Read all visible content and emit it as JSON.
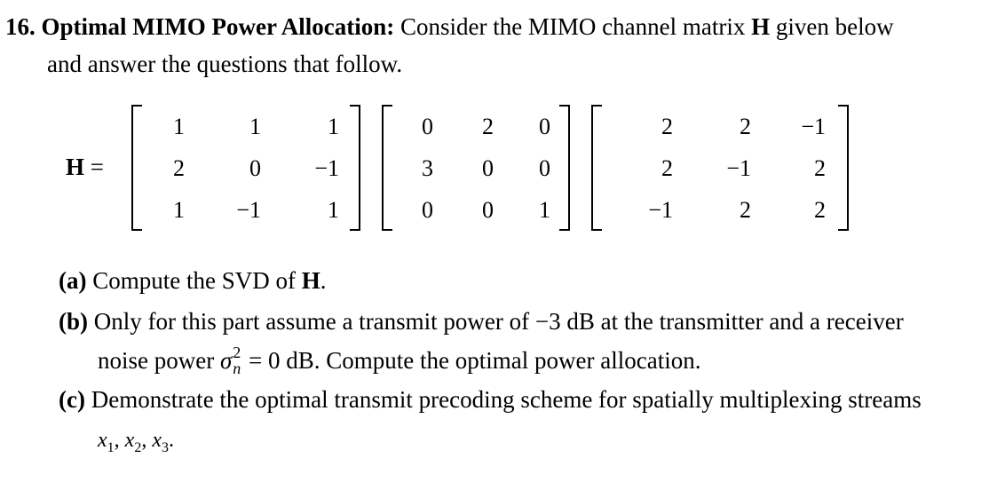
{
  "problem": {
    "number": "16.",
    "title": "Optimal MIMO Power Allocation:",
    "intro_1": "Consider the MIMO channel matrix",
    "intro_H": "H",
    "intro_2": "given below",
    "intro_line2": "and answer the questions that follow."
  },
  "equation": {
    "lhs": "H",
    "equals": "=",
    "matrix_1": [
      [
        "1",
        "1",
        "1"
      ],
      [
        "2",
        "0",
        "−1"
      ],
      [
        "1",
        "−1",
        "1"
      ]
    ],
    "matrix_2": [
      [
        "0",
        "2",
        "0"
      ],
      [
        "3",
        "0",
        "0"
      ],
      [
        "0",
        "0",
        "1"
      ]
    ],
    "matrix_3": [
      [
        "2",
        "2",
        "−1"
      ],
      [
        "2",
        "−1",
        "2"
      ],
      [
        "−1",
        "2",
        "2"
      ]
    ]
  },
  "parts": {
    "a_label": "(a)",
    "a_text_1": "Compute the SVD of",
    "a_text_H": "H",
    "a_text_2": ".",
    "b_label": "(b)",
    "b_line1_1": "Only for this part assume a transmit power of",
    "b_line1_val": "−3",
    "b_line1_unit": "dB",
    "b_line1_2": "at the transmitter and a receiver",
    "b_line2_1": "noise power",
    "b_sigma": "σ",
    "b_sup": "2",
    "b_sub": "n",
    "b_eq": "= 0",
    "b_unit": "dB",
    "b_line2_2": ". Compute the optimal power allocation.",
    "c_label": "(c)",
    "c_line1": "Demonstrate the optimal transmit precoding scheme for spatially multiplexing streams",
    "c_x": "x",
    "c_s1": "1",
    "c_s2": "2",
    "c_s3": "3",
    "c_comma": ",",
    "c_period": "."
  }
}
